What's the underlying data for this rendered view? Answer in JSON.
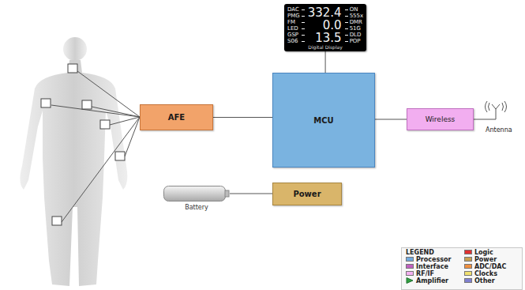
{
  "diagram": {
    "nodes": [
      {
        "text": [
          "332.4",
          "0.0",
          "13.5",
          "Digital Display",
          "DAC",
          "PMG",
          "FM",
          "LED",
          "GSP",
          "S06",
          "ON",
          "555x",
          "DMR",
          "51G",
          "DLD",
          "POP"
        ]
      },
      {
        "text": [
          "AFE"
        ]
      },
      {
        "text": [
          "MCU"
        ]
      },
      {
        "text": [
          "Wireless"
        ]
      },
      {
        "text": [
          "Battery"
        ]
      },
      {
        "text": [
          "Power"
        ]
      }
    ],
    "edges": [
      {
        "from": 1,
        "to": 2,
        "arrow": "none"
      },
      {
        "from": 0,
        "to": 2,
        "arrow": "none"
      },
      {
        "from": 2,
        "to": 3,
        "arrow": "none"
      },
      {
        "from": 4,
        "to": 5,
        "arrow": "none"
      }
    ],
    "labels": [
      "Antenna",
      "LEGEND"
    ],
    "legend": [
      {
        "text": "Processor",
        "color": "#6fa8dc"
      },
      {
        "text": "Interface",
        "color": "#c060c0"
      },
      {
        "text": "RF/IF",
        "color": "#f4b0f0"
      },
      {
        "text": "Amplifier"
      },
      {
        "text": "Logic",
        "color": "#e03030"
      },
      {
        "text": "Power",
        "color": "#c8a050"
      },
      {
        "text": "ADC/DAC",
        "color": "#f09040"
      },
      {
        "text": "Clocks",
        "color": "#f0e070"
      },
      {
        "text": "Other",
        "color": "#8080d0"
      }
    ]
  }
}
